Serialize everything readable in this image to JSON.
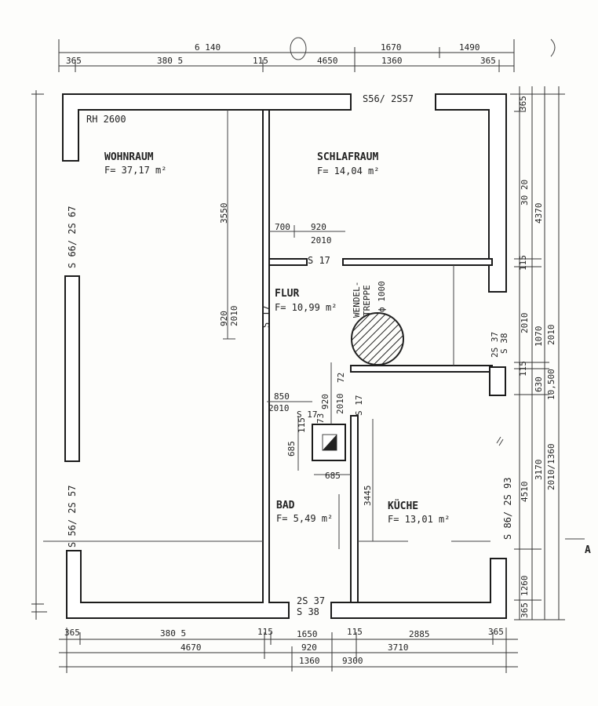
{
  "rooms": {
    "wohnraum": {
      "name": "WOHNRAUM",
      "area": "F= 37,17 m²"
    },
    "schlafraum": {
      "name": "SCHLAFRAUM",
      "area": "F= 14,04 m²"
    },
    "flur": {
      "name": "FLUR",
      "area": "F= 10,99 m²"
    },
    "bad": {
      "name": "BAD",
      "area": "F= 5,49 m²"
    },
    "kueche": {
      "name": "KÜCHE",
      "area": "F= 13,01 m²"
    }
  },
  "labels": {
    "room_height": "RH 2600",
    "stair_line1": "WENDEL-",
    "stair_line2": "TREPPE",
    "stair_diameter": "ϕ 1000",
    "section_marker": "A"
  },
  "window_codes": {
    "top_right": "S56/ 2S57",
    "left_upper": "S 66/ 2S 67",
    "left_lower": "S 56/ 2S 57",
    "right_lower": "S 86/ 2S 93",
    "right_upper_1": "2S 37",
    "right_upper_2": "S 38",
    "bottom_1": "2S 37",
    "bottom_2": "S 38",
    "door_flur": "S 17",
    "door_schlaf": "S 17",
    "door_bad": "S 17",
    "door_kueche": "S 17"
  },
  "dimensions": {
    "top_row1": [
      "6 140",
      "1670",
      "1490"
    ],
    "top_row2": [
      "365",
      "380 5",
      "115",
      "4650",
      "1360",
      "365"
    ],
    "bottom_row1": [
      "365",
      "380 5",
      "115",
      "1650",
      "115",
      "2885",
      "365"
    ],
    "bottom_row2": [
      "4670",
      "920",
      "3710"
    ],
    "bottom_row3": [
      "1360",
      "9300"
    ],
    "right_col": [
      "365",
      "30 20",
      "4370",
      "115",
      "2010",
      "1070",
      "2010",
      "115",
      "630",
      "10,500",
      "3170",
      "2010/1360",
      "4510",
      "1260",
      "365"
    ],
    "interior": [
      "3550",
      "920",
      "2010",
      "700",
      "920",
      "2010",
      "850",
      "2010",
      "920",
      "2010",
      "72",
      "73",
      "115",
      "685",
      "685",
      "3445"
    ]
  }
}
